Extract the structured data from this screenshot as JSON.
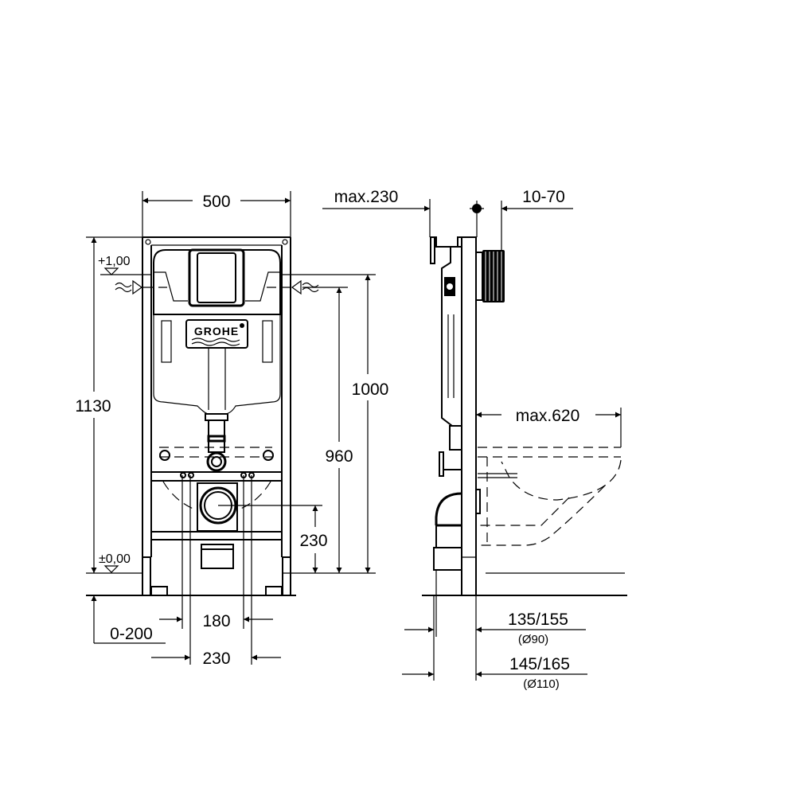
{
  "drawing": {
    "subject": "Wall-hung WC installation frame with concealed cistern — technical dimension drawing",
    "brand_logo": "GROHE",
    "stroke_color": "#000000",
    "background_color": "#ffffff"
  },
  "front_view": {
    "width_dim": "500",
    "total_height_dim": "1130",
    "level_top": "+1,00",
    "level_floor": "±0,00",
    "height_1000_dim": "1000",
    "height_960_dim": "960",
    "drain_height_dim": "230",
    "floor_adjust_dim": "0-200",
    "bolt_spacing_inner_dim": "180",
    "bolt_spacing_outer_dim": "230"
  },
  "side_view": {
    "max_depth_front_dim": "max.230",
    "wall_adjust_dim": "10-70",
    "bowl_projection_dim": "max.620",
    "drain_offset_90": "135/155",
    "drain_diameter_90": "(Ø90)",
    "drain_offset_110": "145/165",
    "drain_diameter_110": "(Ø110)"
  }
}
